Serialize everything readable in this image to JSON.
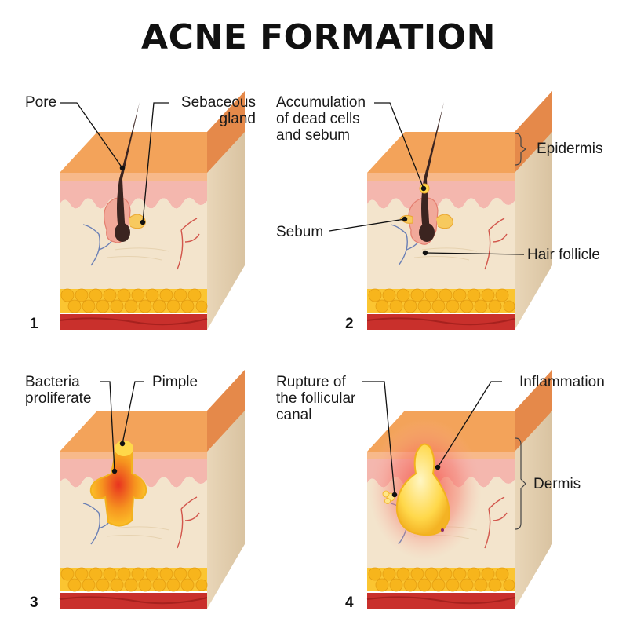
{
  "title": "ACNE FORMATION",
  "colors": {
    "epidermis_top": "#f3a35a",
    "epidermis_side": "#f7b98a",
    "pink_layer": "#f4b7ae",
    "dermis": "#f3e4cc",
    "fat": "#fbc531",
    "muscle": "#c9302c",
    "hair": "#3b2420",
    "pus": "#ffd84a",
    "inflammation": "#f44336"
  },
  "panels": [
    {
      "number": "1",
      "labels": {
        "pore": "Pore",
        "sebaceous_gland": "Sebaceous\ngland"
      }
    },
    {
      "number": "2",
      "labels": {
        "accumulation": "Accumulation\nof dead cells\nand sebum",
        "epidermis": "Epidermis",
        "sebum": "Sebum",
        "hair_follicle": "Hair follicle"
      }
    },
    {
      "number": "3",
      "labels": {
        "bacteria": "Bacteria\nproliferate",
        "pimple": "Pimple"
      }
    },
    {
      "number": "4",
      "labels": {
        "rupture": "Rupture of\nthe follicular\ncanal",
        "inflammation": "Inflammation",
        "dermis": "Dermis"
      }
    }
  ]
}
